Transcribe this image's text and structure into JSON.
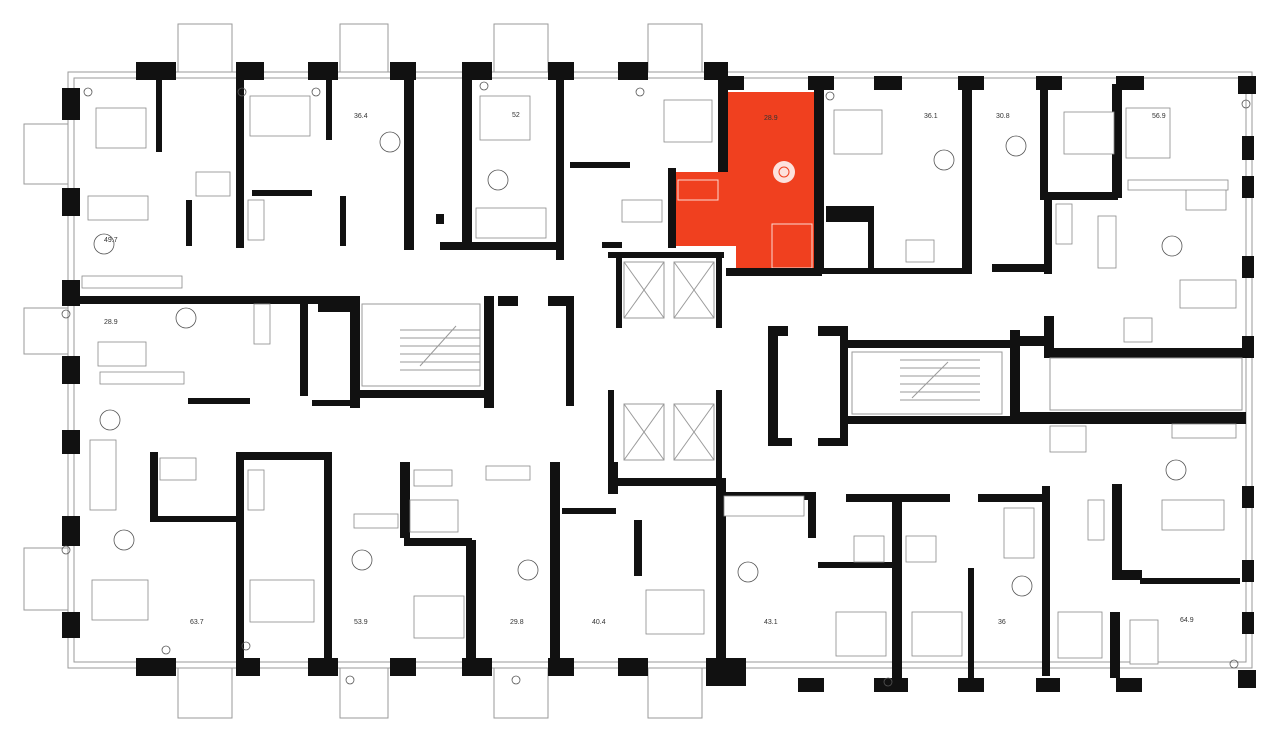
{
  "plan": {
    "highlight_color": "#f0401f",
    "wall_color": "#111111",
    "background_color": "#ffffff",
    "units": [
      {
        "id": "u-top-1",
        "area": "",
        "label_text": ""
      },
      {
        "id": "u-top-2",
        "area": "36.4"
      },
      {
        "id": "u-top-3",
        "area": "52"
      },
      {
        "id": "u-selected",
        "area": "28.9",
        "selected": true
      },
      {
        "id": "u-top-5",
        "area": "36.1"
      },
      {
        "id": "u-top-6",
        "area": "30.8"
      },
      {
        "id": "u-top-7",
        "area": "56.9"
      },
      {
        "id": "u-left-1",
        "area": "49.7"
      },
      {
        "id": "u-left-2",
        "area": "28.9"
      },
      {
        "id": "u-bottom-1",
        "area": "63.7"
      },
      {
        "id": "u-bottom-2",
        "area": "53.9"
      },
      {
        "id": "u-bottom-3",
        "area": "29.8"
      },
      {
        "id": "u-bottom-4",
        "area": "40.4"
      },
      {
        "id": "u-bottom-5",
        "area": "43.1"
      },
      {
        "id": "u-bottom-6",
        "area": "36"
      },
      {
        "id": "u-right-1",
        "area": "64.9"
      }
    ]
  }
}
